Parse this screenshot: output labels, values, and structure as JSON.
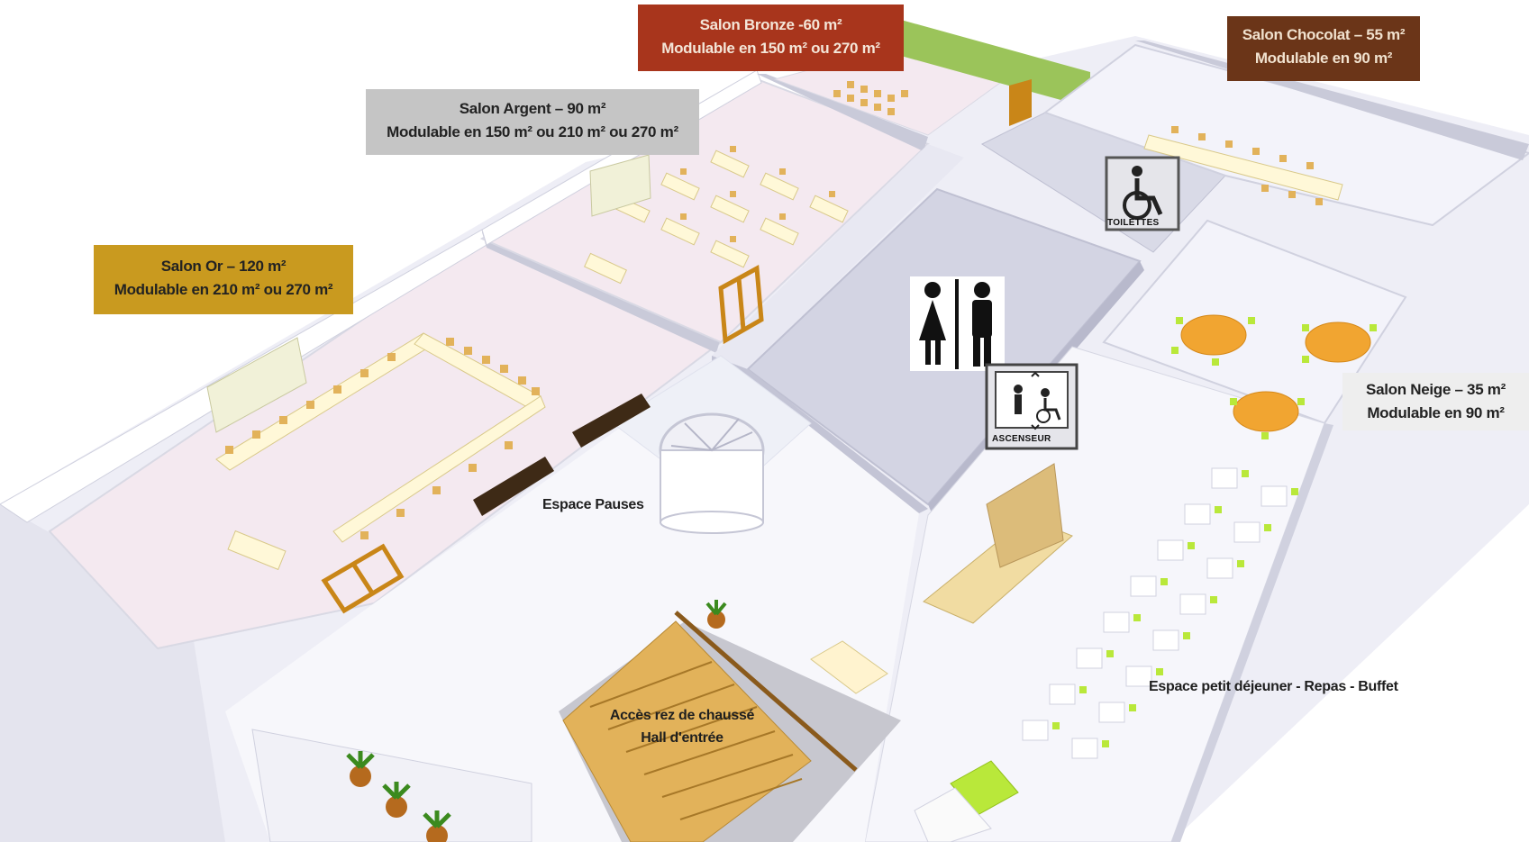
{
  "rooms": {
    "bronze": {
      "line1": "Salon Bronze -60 m²",
      "line2": "Modulable en 150 m² ou 270 m²",
      "color": "#a8351c"
    },
    "chocolat": {
      "line1": "Salon Chocolat – 55 m²",
      "line2": "Modulable en 90 m²",
      "color": "#6b3518"
    },
    "argent": {
      "line1": "Salon Argent – 90 m²",
      "line2": "Modulable en 150 m² ou 210 m² ou 270 m²",
      "color": "#c5c5c5"
    },
    "or": {
      "line1": "Salon Or – 120 m²",
      "line2": "Modulable en 210 m² ou 270 m²",
      "color": "#c99a1f"
    },
    "neige": {
      "line1": "Salon Neige – 35 m²",
      "line2": "Modulable en 90 m²",
      "color": "#eeeeee"
    }
  },
  "areas": {
    "pauses": "Espace Pauses",
    "buffet": "Espace petit déjeuner - Repas - Buffet",
    "acces_line1": "Accès rez de chaussé",
    "acces_line2": "Hall d'entrée"
  },
  "signs": {
    "toilettes": "TOILETTES",
    "ascenseur": "ASCENSEUR",
    "icons": [
      "restroom-icon",
      "wheelchair-toilet-icon",
      "elevator-icon"
    ]
  },
  "palette": {
    "floor_pink": "#f4e9f0",
    "floor_light": "#f3f3fa",
    "wall": "#c9cad9",
    "wood": "#e2b25a",
    "chair_green": "#b9e83a",
    "table_orange": "#f1a531",
    "door": "#c98618"
  }
}
